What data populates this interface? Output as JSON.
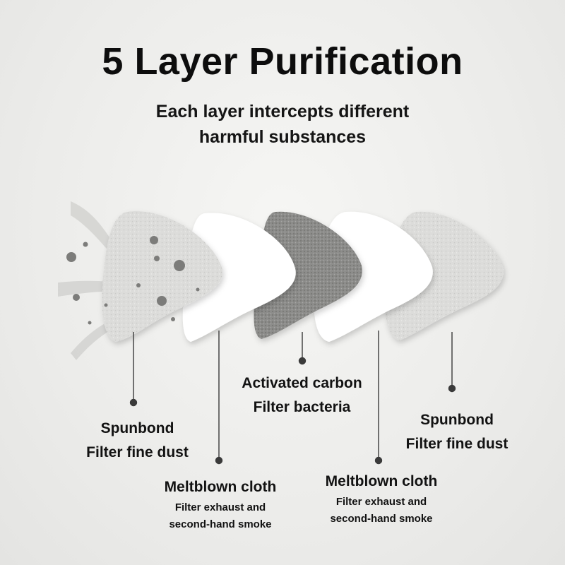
{
  "title": "5 Layer Purification",
  "subtitle": {
    "line1": "Each layer intercepts different",
    "line2": "harmful substances"
  },
  "layers": [
    {
      "line1": "Spunbond",
      "line2": "Filter fine dust",
      "material": "spunbond"
    },
    {
      "line1": "Meltblown cloth",
      "line2": "Filter exhaust and",
      "line3": "second-hand smoke",
      "material": "meltblown"
    },
    {
      "line1": "Activated carbon",
      "line2": "Filter bacteria",
      "material": "activated-carbon"
    },
    {
      "line1": "Meltblown cloth",
      "line2": "Filter exhaust and",
      "line3": "second-hand smoke",
      "material": "meltblown"
    },
    {
      "line1": "Spunbond",
      "line2": "Filter fine dust",
      "material": "spunbond"
    }
  ],
  "colors": {
    "spunbond": "#dcdcda",
    "meltblown": "#ffffff",
    "carbon": "#8e8e8c",
    "pointer": "#3a3a3a",
    "arrow": "#cfcfcd",
    "particle": "#7a7a7a"
  }
}
